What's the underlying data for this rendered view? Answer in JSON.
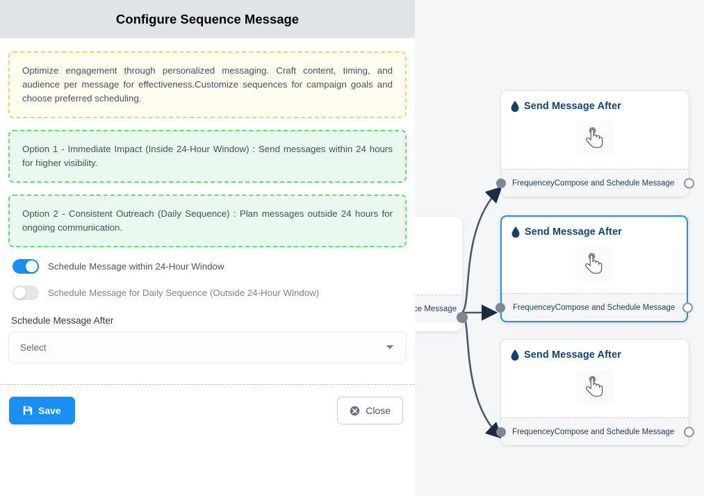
{
  "panel": {
    "title": "Configure Sequence Message",
    "callouts": [
      {
        "id": "intro",
        "tone": "warn",
        "text": "Optimize engagement through personalized messaging. Craft content, timing, and audience per message for effectiveness.Customize sequences for campaign goals and choose preferred scheduling."
      },
      {
        "id": "option-1",
        "tone": "ok",
        "text": "Option 1 - Immediate Impact (Inside 24-Hour Window) : Send messages within 24 hours for higher visibility."
      },
      {
        "id": "option-2",
        "tone": "ok",
        "text": "Option 2 - Consistent Outreach (Daily Sequence) : Plan messages outside 24 hours for ongoing communication."
      }
    ],
    "toggles": [
      {
        "id": "within-24h",
        "label": "Schedule Message within 24-Hour Window",
        "on": true
      },
      {
        "id": "daily-sequence",
        "label": "Schedule Message for Daily Sequence (Outside 24-Hour Window)",
        "on": false
      }
    ],
    "field": {
      "label": "Schedule Message After",
      "value": "Select",
      "caret_icon": "chevron-down-icon"
    },
    "footer": {
      "save_label": "Save",
      "save_icon": "floppy-disk-icon",
      "close_label": "Close",
      "close_icon": "circle-x-icon"
    }
  },
  "canvas": {
    "source_node": {
      "footer_text_visible": "ce Message"
    },
    "nodes": [
      {
        "id": "node-1",
        "title": "Send Message After",
        "title_icon": "droplet-icon",
        "body_icon": "tap-hand-icon",
        "footer_left": "Frequencey",
        "footer_right": "Compose and Schedule Message",
        "selected": false
      },
      {
        "id": "node-2",
        "title": "Send Message After",
        "title_icon": "droplet-icon",
        "body_icon": "tap-hand-icon",
        "footer_left": "Frequencey",
        "footer_right": "Compose and Schedule Message",
        "selected": true
      },
      {
        "id": "node-3",
        "title": "Send Message After",
        "title_icon": "droplet-icon",
        "body_icon": "tap-hand-icon",
        "footer_left": "Frequencey",
        "footer_right": "Compose and Schedule Message",
        "selected": false
      }
    ]
  },
  "colors": {
    "accent": "#1b8ef2",
    "header_bg": "#e0e3e8",
    "canvas_bg": "#f4f5f7",
    "warn_border": "#f6ce76",
    "warn_bg": "#fffdf0",
    "ok_border": "#63d977",
    "ok_bg": "#e9f9ed",
    "node_title": "#13436c",
    "edge": "#4e5666"
  }
}
